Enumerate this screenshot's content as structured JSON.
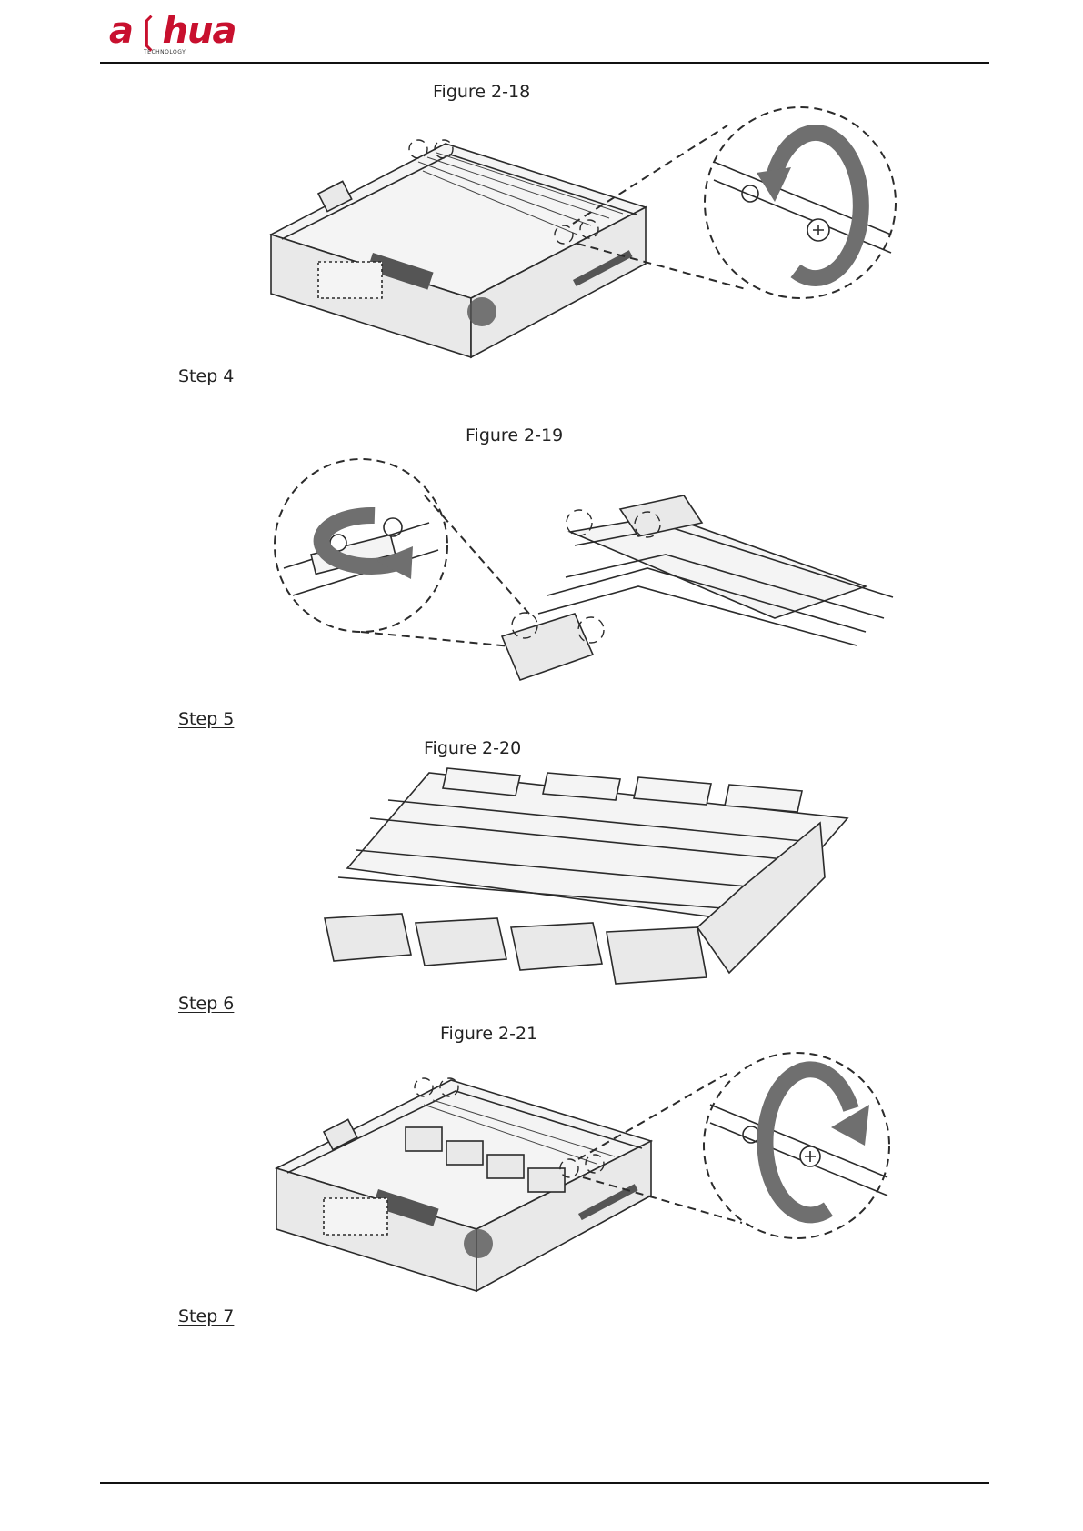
{
  "header": {
    "logo_text": "a❲hua",
    "logo_sub": "TECHNOLOGY",
    "brand_color": "#c8102e"
  },
  "figures": [
    {
      "caption": "Figure 2-18"
    },
    {
      "caption": "Figure 2-19"
    },
    {
      "caption": "Figure 2-20"
    },
    {
      "caption": "Figure 2-21"
    }
  ],
  "steps": [
    {
      "label": "Step 4"
    },
    {
      "label": "Step 5"
    },
    {
      "label": "Step 6"
    },
    {
      "label": "Step 7"
    }
  ]
}
